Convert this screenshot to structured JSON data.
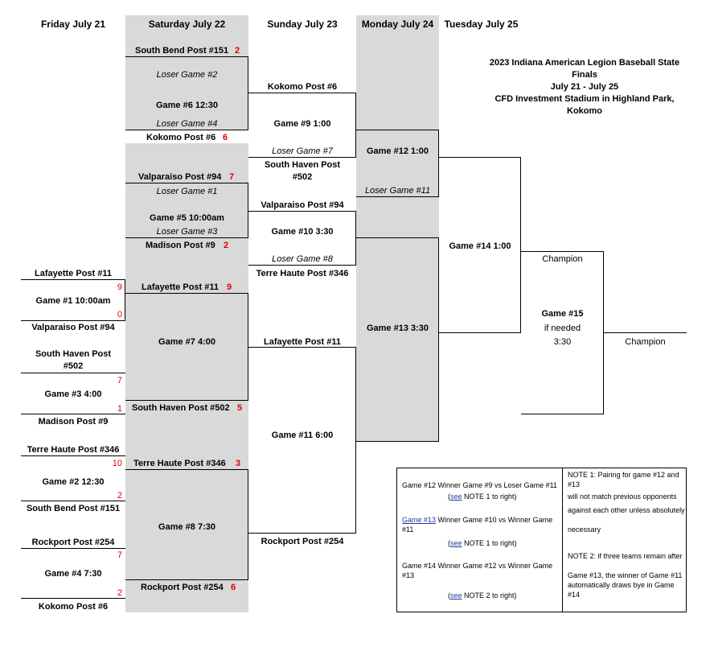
{
  "headers": {
    "fri": "Friday July 21",
    "sat": "Saturday July 22",
    "sun": "Sunday July 23",
    "mon": "Monday July 24",
    "tue": "Tuesday July 25"
  },
  "title": {
    "line1": "2023 Indiana American Legion Baseball State",
    "line2": "Finals",
    "line3": "July 21 - July 25",
    "line4": "CFD Investment Stadium in Highland Park,",
    "line5": "Kokomo"
  },
  "friday": {
    "g1_top": "Lafayette Post #11",
    "g1_top_score": "9",
    "g1_label": "Game #1 10:00am",
    "g1_bot_score": "0",
    "g1_bot": "Valparaiso Post #94",
    "g3_top_a": "South Haven Post",
    "g3_top_b": "#502",
    "g3_top_score": "7",
    "g3_label": "Game #3 4:00",
    "g3_bot_score": "1",
    "g3_bot": "Madison Post #9",
    "g2_top": "Terre Haute Post #346",
    "g2_top_score": "10",
    "g2_label": "Game #2 12:30",
    "g2_bot_score": "2",
    "g2_bot": "South Bend Post #151",
    "g4_top": "Rockport Post #254",
    "g4_top_score": "7",
    "g4_label": "Game #4 7:30",
    "g4_bot_score": "2",
    "g4_bot": "Kokomo Post #6"
  },
  "saturday": {
    "g6_top": "South Bend Post #151",
    "g6_top_score": "2",
    "g6_loser_a": "Loser Game #2",
    "g6_label": "Game #6 12:30",
    "g6_loser_b": "Loser Game #4",
    "g6_bot": "Kokomo Post #6",
    "g6_bot_score": "6",
    "g5_top": "Valparaiso Post #94",
    "g5_top_score": "7",
    "g5_loser_a": "Loser Game #1",
    "g5_label": "Game #5 10:00am",
    "g5_loser_b": "Loser Game #3",
    "g5_bot": "Madison Post #9",
    "g5_bot_score": "2",
    "g7_top": "Lafayette Post #11",
    "g7_top_score": "9",
    "g7_label": "Game #7 4:00",
    "g7_bot": "South Haven Post #502",
    "g7_bot_score": "5",
    "g8_top": "Terre Haute Post #346",
    "g8_top_score": "3",
    "g8_label": "Game #8 7:30",
    "g8_bot": "Rockport Post #254",
    "g8_bot_score": "6"
  },
  "sunday": {
    "g9_top": "Kokomo Post #6",
    "g9_label": "Game #9 1:00",
    "g9_loser": "Loser Game #7",
    "g9_bot_a": "South Haven Post",
    "g9_bot_b": "#502",
    "g10_top": "Valparaiso Post #94",
    "g10_label": "Game #10 3:30",
    "g10_loser": "Loser Game #8",
    "g10_bot": "Terre Haute Post #346",
    "g11_top": "Lafayette Post #11",
    "g11_label": "Game #11 6:00",
    "g11_bot": "Rockport Post #254"
  },
  "monday": {
    "g12_label": "Game #12 1:00",
    "g12_loser": "Loser Game #11",
    "g13_label": "Game #13 3:30"
  },
  "tuesday": {
    "g14_label": "Game #14 1:00",
    "champion_top": "Champion",
    "g15_label": "Game #15",
    "g15_if": "if needed",
    "g15_time": "3:30",
    "champion_final": "Champion"
  },
  "notes": {
    "left_1a": "Game #12 Winner Game #9 vs Loser Game #11",
    "left_1b_link": "see",
    "left_1b_pre": "(",
    "left_1b_post": " NOTE 1 to right)",
    "left_2a_link": "Game  #13",
    "left_2a_rest": " Winner Game #10 vs Winner Game",
    "left_2b": "#11",
    "left_2c_pre": "(",
    "left_2c_link": "see",
    "left_2c_post": " NOTE 1 to right)",
    "left_3a": "Game #14 Winner Game #12 vs Winner Game",
    "left_3b": "#13",
    "left_3c_pre": "(",
    "left_3c_link": "see",
    "left_3c_post": " NOTE 2 to right)",
    "right_1": "NOTE 1: Pairing for game #12 and",
    "right_2": "#13",
    "right_3": "will not match previous opponents",
    "right_4": "against each other unless absolutely",
    "right_5": "necessary",
    "right_6": "NOTE 2: if three teams remain after",
    "right_7": "Game #13, the winner of Game #11",
    "right_8": "automatically draws bye in Game",
    "right_9": "#14"
  }
}
